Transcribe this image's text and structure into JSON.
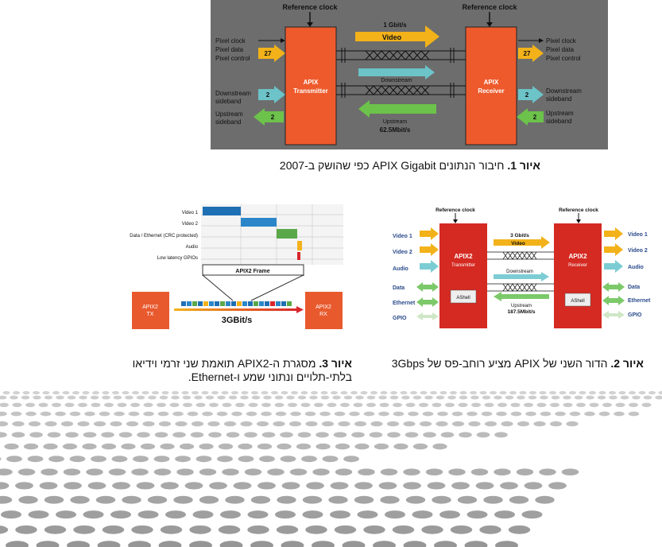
{
  "figure1": {
    "ref_clock_left": "Reference clock",
    "ref_clock_right": "Reference clock",
    "transmitter_line1": "APIX",
    "transmitter_line2": "Transmitter",
    "receiver_line1": "APIX",
    "receiver_line2": "Receiver",
    "video_rate": "1 Gbit/s",
    "video_label": "Video",
    "downstream_label": "Downstream",
    "upstream_label": "Upstream",
    "upstream_rate": "62.5Mbit/s",
    "left_pixel_labels": [
      "Pixel clock",
      "Pixel data",
      "Pixel control"
    ],
    "left_down_labels": [
      "Downstream",
      "sideband"
    ],
    "left_up_labels": [
      "Upstream",
      "sideband"
    ],
    "right_pixel_labels": [
      "Pixel clock",
      "Pixel data",
      "Pixel control"
    ],
    "right_down_labels": [
      "Downstream",
      "sideband"
    ],
    "right_up_labels": [
      "Upstream",
      "sideband"
    ],
    "pixel_width": "27",
    "down_width": "2",
    "up_width": "2",
    "colors": {
      "bg": "#6b6b6b",
      "block": "#ee5a2c",
      "video": "#f3b21a",
      "downstream": "#6cc3c8",
      "upstream": "#6cc24a"
    }
  },
  "caption1": {
    "bold": "איור 1.",
    "text": " חיבור הנתונים APIX Gigabit כפי שהושק ב-2007"
  },
  "figure2": {
    "ref_clock_left": "Reference clock",
    "ref_clock_right": "Reference clock",
    "tx_title": "APIX2",
    "tx_sub": "Transmitter",
    "rx_title": "APIX2",
    "rx_sub": "Receiver",
    "ashell": "AShell",
    "video_rate": "3 Gbit/s",
    "video_label": "Video",
    "downstream_label": "Downstream",
    "upstream_label": "Upstream",
    "upstream_rate": "187.5Mbit/s",
    "left_labels": [
      "Video 1",
      "Video 2",
      "Audio",
      "Data",
      "Ethernet",
      "GPIO"
    ],
    "right_labels": [
      "Video 1",
      "Video 2",
      "Audio",
      "Data",
      "Ethernet",
      "GPIO"
    ],
    "colors": {
      "block": "#d42a22",
      "video": "#f3b21a",
      "audio": "#7ccdd3",
      "data": "#7cc96a"
    }
  },
  "caption2": {
    "bold": "איור 2.",
    "text": " הדור השני של APIX מציע רוחב-פס של 3Gbps"
  },
  "figure3": {
    "rows": [
      "Video 1",
      "Video 2",
      "Data / Ethernet (CRC protected)",
      "Audio",
      "Low latency GPIOs"
    ],
    "frame_label": "APIX2 Frame",
    "tx_title": "APIX2",
    "tx_sub": "TX",
    "rx_title": "APIX2",
    "rx_sub": "RX",
    "rate": "3GBit/s",
    "colors": {
      "video1": "#1f6fb4",
      "video2": "#2a86c8",
      "data": "#5aa84a",
      "audio": "#f3b21a",
      "gpio": "#d9262b",
      "block": "#e85a2e"
    }
  },
  "caption3": {
    "bold": "איור 3.",
    "line1": " מסגרת ה-APIX2 תואמת שני זרמי וידיאו",
    "line2": "בלתי-תלויים ונתוני שמע ו-Ethernet."
  }
}
